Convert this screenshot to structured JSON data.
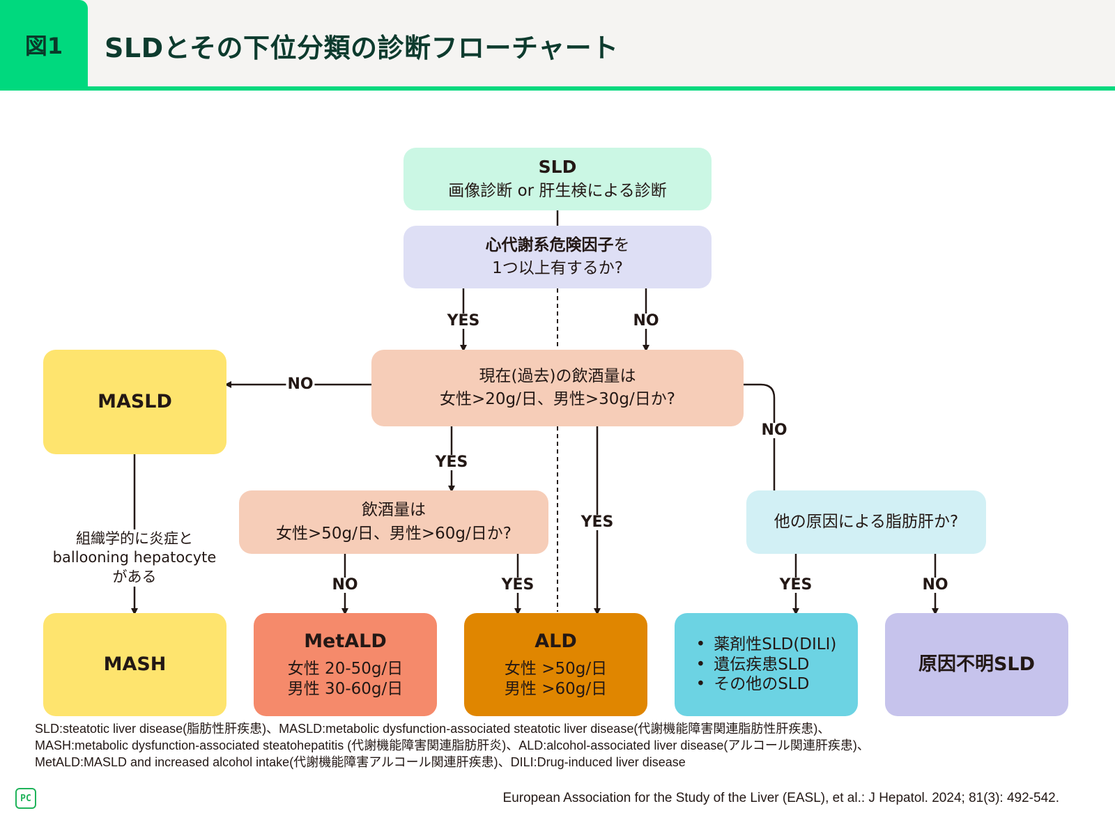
{
  "header": {
    "figure_label": "図1",
    "title": "SLDとその下位分類の診断フローチャート"
  },
  "colors": {
    "accent_green": "#00d97e",
    "sld_box": "#cbf7e4",
    "risk_box": "#dedff5",
    "alcohol_box": "#f6cdb8",
    "other_cause_box": "#d2f0f5",
    "masld_mash_box": "#fee46e",
    "metald_box": "#f58a6b",
    "ald_box": "#e08600",
    "other_sld_box": "#6cd3e3",
    "unknown_sld_box": "#c6c3ec"
  },
  "nodes": {
    "sld": {
      "title": "SLD",
      "subtitle": "画像診断 or 肝生検による診断"
    },
    "risk": {
      "line1_bold": "心代謝系危険因子",
      "line1_rest": "を",
      "line2": "1つ以上有するか?"
    },
    "alcohol_q1": {
      "line1": "現在(過去)の飲酒量は",
      "line2": "女性>20g/日、男性>30g/日か?"
    },
    "alcohol_q2": {
      "line1": "飲酒量は",
      "line2": "女性>50g/日、男性>60g/日か?"
    },
    "other_cause": {
      "text": "他の原因による脂肪肝か?"
    },
    "masld": {
      "title": "MASLD"
    },
    "mash": {
      "title": "MASH"
    },
    "metald": {
      "title": "MetALD",
      "line1": "女性 20-50g/日",
      "line2": "男性 30-60g/日"
    },
    "ald": {
      "title": "ALD",
      "line1": "女性 >50g/日",
      "line2": "男性 >60g/日"
    },
    "other_sld": {
      "items": [
        "薬剤性SLD(DILI)",
        "遺伝疾患SLD",
        "その他のSLD"
      ]
    },
    "unknown_sld": {
      "title": "原因不明SLD"
    }
  },
  "edges": {
    "risk_yes": "YES",
    "risk_no": "NO",
    "q1_no_to_masld": "NO",
    "q1_yes_to_q2": "YES",
    "q1_yes_to_ald": "YES",
    "q1_no_to_other": "NO",
    "q2_no": "NO",
    "q2_yes": "YES",
    "other_yes": "YES",
    "other_no": "NO",
    "masld_to_mash_note": [
      "組織学的に炎症と",
      "ballooning hepatocyte",
      "がある"
    ]
  },
  "footnotes": [
    "SLD:steatotic liver disease(脂肪性肝疾患)、MASLD:metabolic dysfunction-associated steatotic liver disease(代謝機能障害関連脂肪性肝疾患)、",
    "MASH:metabolic dysfunction-associated steatohepatitis (代謝機能障害関連脂肪肝炎)、ALD:alcohol-associated liver disease(アルコール関連肝疾患)、",
    "MetALD:MASLD and increased alcohol intake(代謝機能障害アルコール関連肝疾患)、DILI:Drug-induced liver disease"
  ],
  "citation": "European Association for the Study of the Liver (EASL), et al.: J Hepatol. 2024; 81(3): 492-542.",
  "logo_text": "PC"
}
